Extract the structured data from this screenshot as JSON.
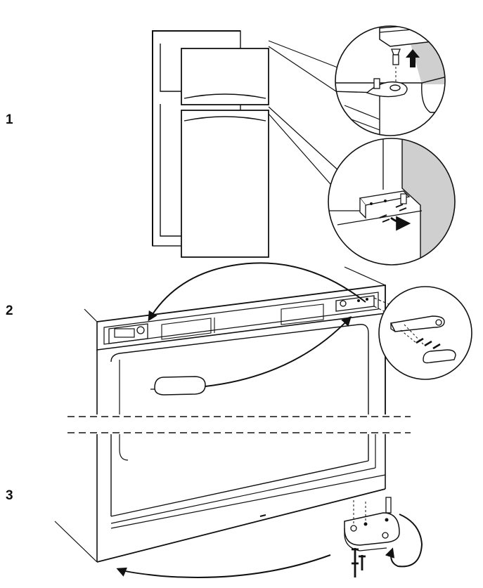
{
  "steps": [
    {
      "label": "1"
    },
    {
      "label": "2"
    },
    {
      "label": "3"
    }
  ],
  "colors": {
    "line": "#111111",
    "wall": "#cfcfcf",
    "background": "#ffffff"
  }
}
